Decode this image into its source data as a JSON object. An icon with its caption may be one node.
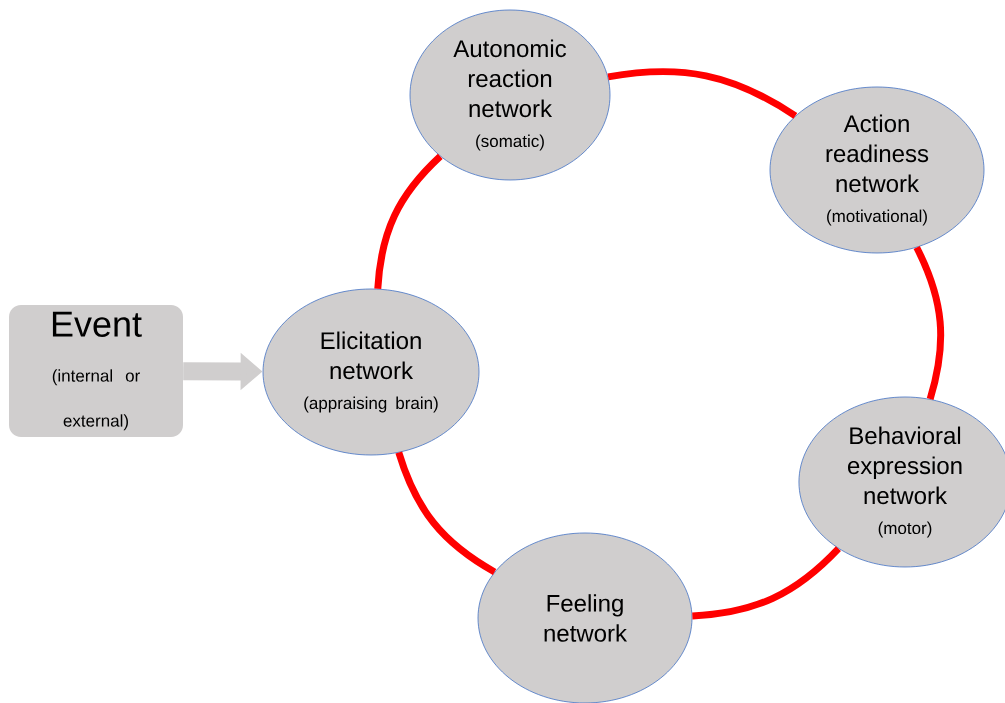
{
  "diagram": {
    "nodes": [
      {
        "text": [
          "Event",
          "(internal or external)"
        ]
      },
      {
        "text": [
          "Elicitation network",
          "(appraising brain)"
        ]
      },
      {
        "text": [
          "Autonomic reaction network",
          "(somatic)"
        ]
      },
      {
        "text": [
          "Action readiness network",
          "(motivational)"
        ]
      },
      {
        "text": [
          "Behavioral expression network",
          "(motor)"
        ]
      },
      {
        "text": [
          "Feeling network"
        ]
      }
    ],
    "edges": [
      {
        "from": 0,
        "to": 1,
        "arrow": "to",
        "style": "thick",
        "color": "#d0cece"
      },
      {
        "from": 1,
        "to": 2,
        "arrow": "none"
      },
      {
        "from": 2,
        "to": 3,
        "arrow": "none"
      },
      {
        "from": 3,
        "to": 4,
        "arrow": "none"
      },
      {
        "from": 4,
        "to": 5,
        "arrow": "none"
      },
      {
        "from": 5,
        "to": 1,
        "arrow": "none"
      }
    ]
  }
}
